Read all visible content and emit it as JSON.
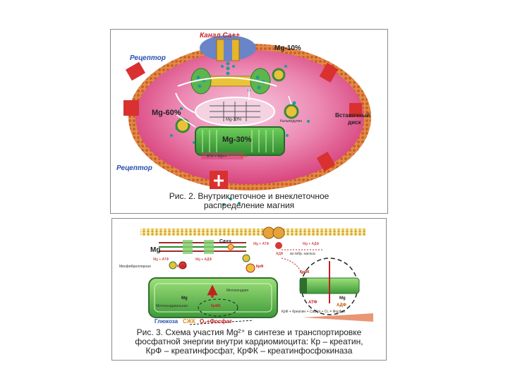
{
  "figure2": {
    "labels": {
      "channel": "Канал Ca++",
      "mg10_top": "Mg-10%",
      "receptor_top": "Рецептор",
      "mg60": "Mg-60%",
      "mg10_inner": "Mg-10%",
      "disk_line1": "Вставочный",
      "disk_line2": "диск",
      "calmodulin": "Кальмодулин",
      "mg30": "Mg-30%",
      "atp_mg": "АТФ + Mg++",
      "atp_mg_b": "АТФ",
      "receptor_bottom": "Рецептор"
    },
    "caption": [
      "Рис. 2. Внутриклеточное и внеклеточное",
      "распределение магния"
    ]
  },
  "figure3": {
    "labels": {
      "mg_top": "Mg",
      "ca": "Ca++",
      "mg_atp": "Mg + АТФ",
      "mg_adp": "Mg + АДФ",
      "adp_sr": "АДФ",
      "sr": "из гибр. насоса",
      "mg_atp_left": "Mg + АТФ",
      "mg_adp_left": "Mg + АДФ",
      "myofibril": "Миофибриллярная",
      "krfk_left": "КрФК",
      "krf": "КрФ",
      "mito_cap": "Митохондрия",
      "mg_mito": "Mg",
      "mito_label": "Митохондриальная",
      "krfk_mito": "КрФК",
      "krfk_right": "КрФК",
      "mg_right": "Mg",
      "atf": "АТФ",
      "adf": "АДФ",
      "bottom_small": "КрФ + Креатин + Ca(Кр) + О₂ = Фосфат",
      "glucose": "Глюкоза",
      "ckzh": "СЖК",
      "o2": "О₂+Фосфат"
    },
    "caption": [
      "Рис. 3. Схема участия Mg²⁺ в синтезе и транспортировке",
      "фосфатной энергии внутри кардиомиоцита: Кр – креатин,",
      "КрФ – креатинфосфат, КрФК – креатинфосфокиназа"
    ]
  },
  "colors": {
    "cell_pink": "#e24f8a",
    "membrane_orange": "#d4702a",
    "blue_label": "#2a4fb0",
    "mito_green": "#3a9a3a",
    "ion_teal": "#1f9aa0",
    "ion_yellow": "#e8c020"
  }
}
